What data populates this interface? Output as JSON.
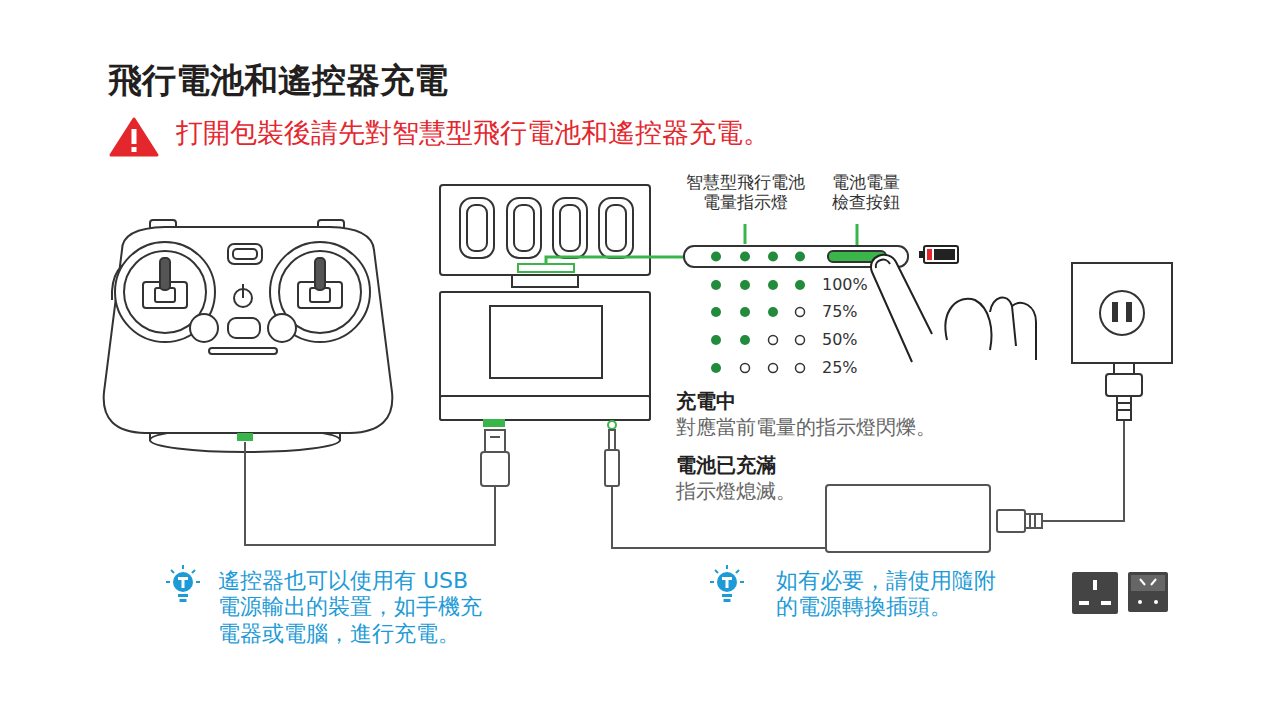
{
  "diagram": {
    "title": "飛行電池和遙控器充電",
    "labels": [
      "打開包裝後請先對智慧型飛行電池和遙控器充電。",
      "智慧型飛行電池 電量指示燈",
      "電池電量 檢查按鈕",
      "100%",
      "75%",
      "50%",
      "25%",
      "充電中",
      "對應當前電量的指示燈閃爍。",
      "電池已充滿",
      "指示燈熄滅。",
      "遙控器也可以使用有 USB 電源輸出的裝置，如手機充 電器或電腦，進行充電。",
      "如有必要，請使用隨附 的電源轉換插頭。"
    ]
  }
}
